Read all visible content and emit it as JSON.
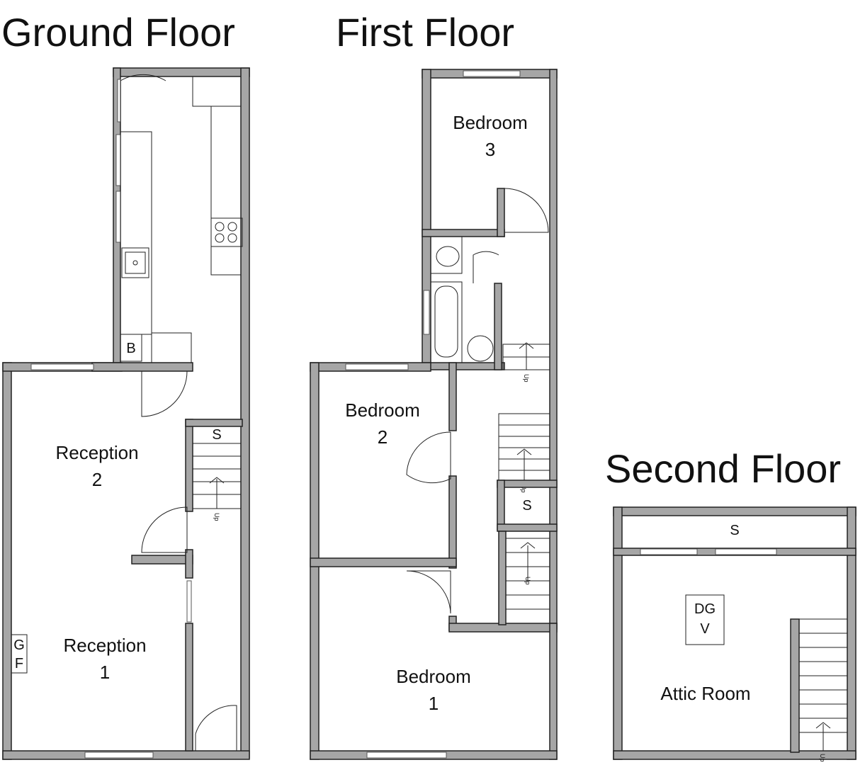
{
  "titles": {
    "ground": "Ground Floor",
    "first": "First Floor",
    "second": "Second Floor"
  },
  "ground_floor": {
    "reception2_line1": "Reception",
    "reception2_line2": "2",
    "reception1_line1": "Reception",
    "reception1_line2": "1",
    "boiler": "B",
    "storage": "S",
    "gas_fire_line1": "G",
    "gas_fire_line2": "F",
    "up": "Up"
  },
  "first_floor": {
    "bedroom3_line1": "Bedroom",
    "bedroom3_line2": "3",
    "bedroom2_line1": "Bedroom",
    "bedroom2_line2": "2",
    "bedroom1_line1": "Bedroom",
    "bedroom1_line2": "1",
    "storage": "S",
    "up": "Up"
  },
  "second_floor": {
    "storage": "S",
    "velux_line1": "DG",
    "velux_line2": "V",
    "attic": "Attic Room",
    "up": "Up"
  },
  "colors": {
    "wall_fill": "#a6a6a6",
    "wall_stroke": "#222222",
    "background": "#ffffff"
  }
}
